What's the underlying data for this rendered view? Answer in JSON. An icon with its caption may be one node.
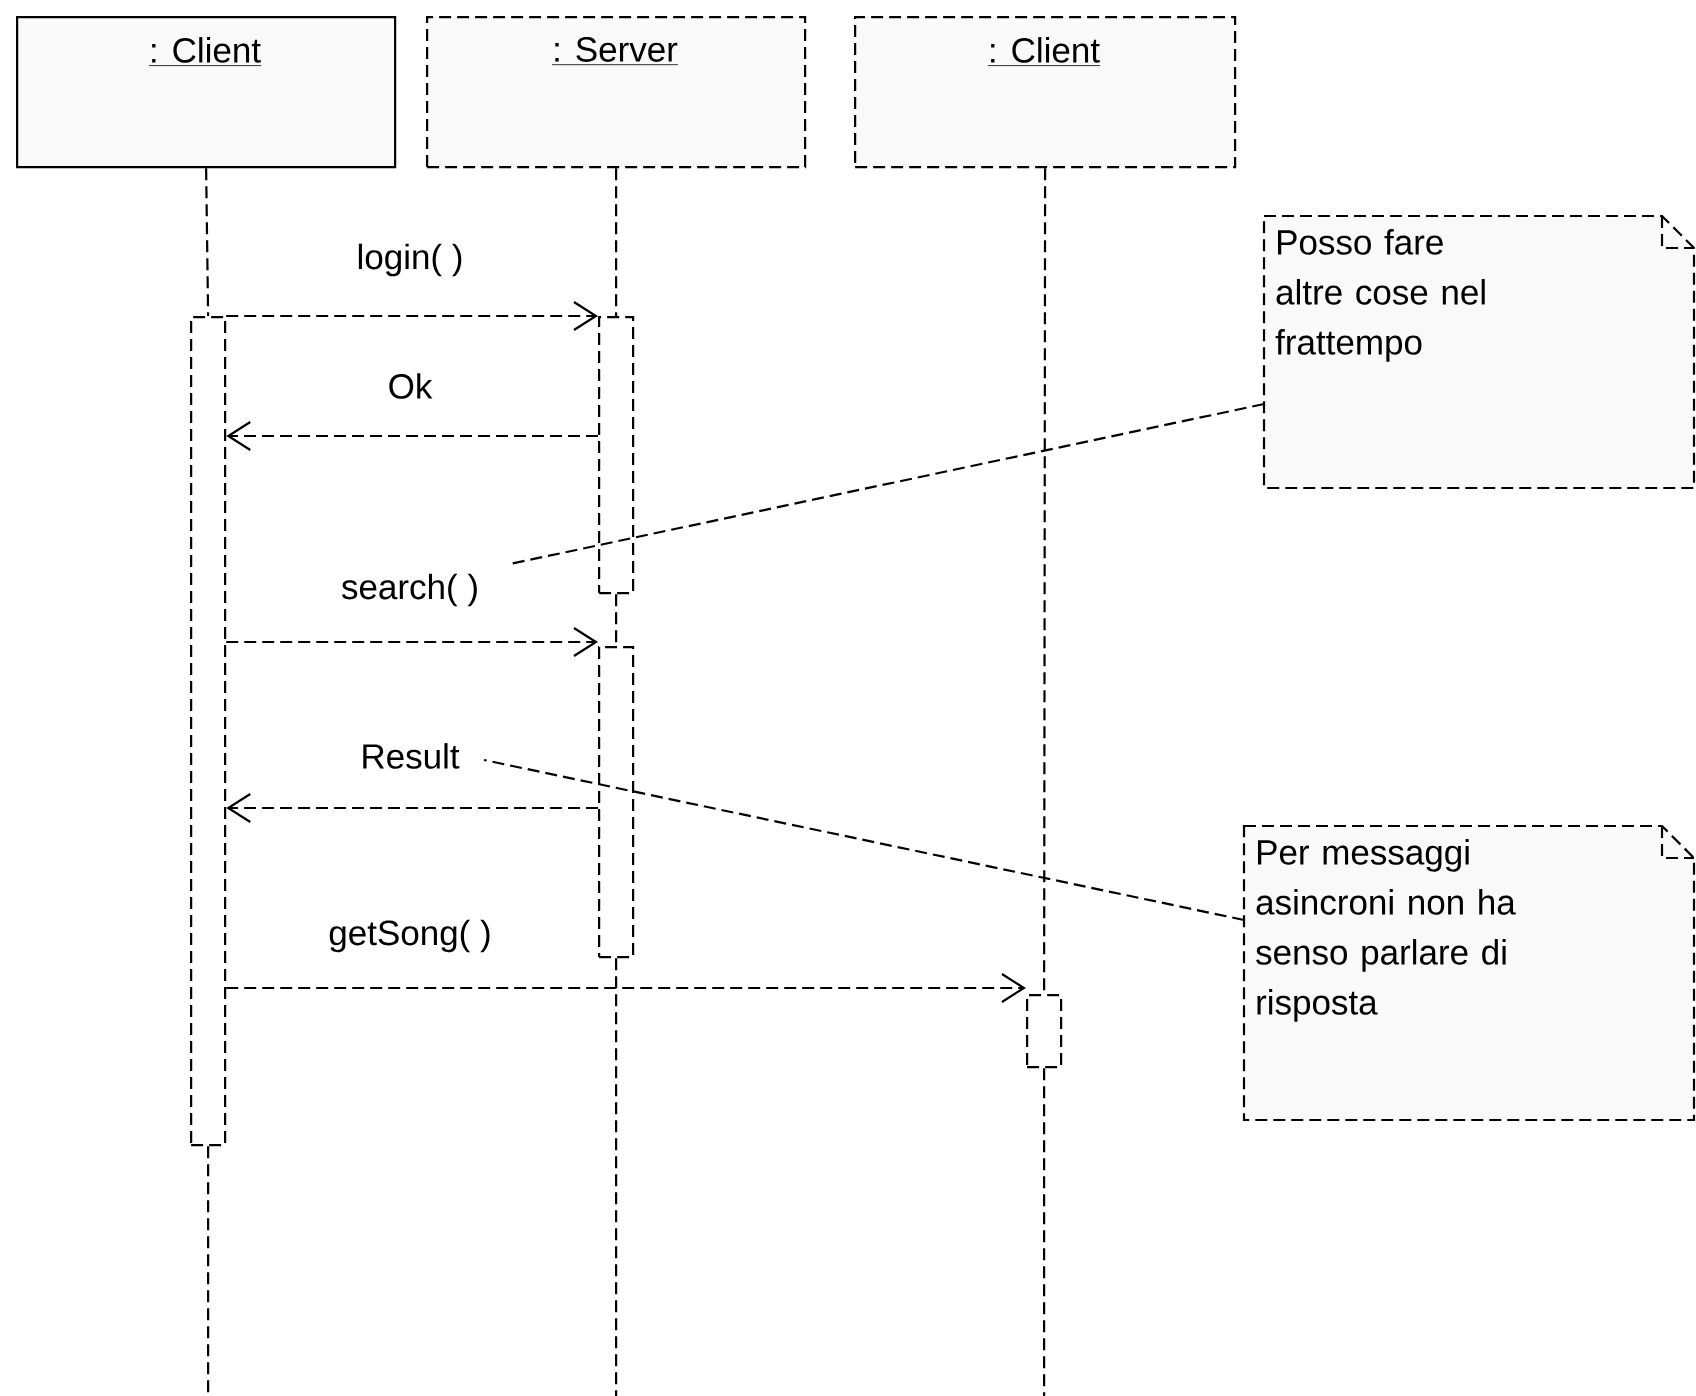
{
  "diagram": {
    "nodes": [
      {
        "text": [
          ": Client"
        ]
      },
      {
        "text": [
          ": Server"
        ]
      },
      {
        "text": [
          ": Client"
        ]
      },
      {
        "text": [
          "Posso fare altre cose nel frattempo"
        ]
      },
      {
        "text": [
          "Per messaggi asincroni non ha senso parlare di risposta"
        ]
      },
      {
        "text": [],
        "shape": "bar"
      },
      {
        "text": [],
        "shape": "bar"
      },
      {
        "text": [],
        "shape": "bar"
      },
      {
        "text": [],
        "shape": "bar"
      }
    ],
    "edges": [
      {
        "from": 0,
        "to": 5,
        "arrow": "none"
      },
      {
        "from": 5,
        "to": null,
        "arrow": "none"
      },
      {
        "from": 1,
        "to": 6,
        "arrow": "none"
      },
      {
        "from": 6,
        "to": 7,
        "arrow": "none"
      },
      {
        "from": 7,
        "to": null,
        "arrow": "none"
      },
      {
        "from": 2,
        "to": 8,
        "arrow": "none"
      },
      {
        "from": 8,
        "to": null,
        "arrow": "none"
      },
      {
        "from": 5,
        "to": 6,
        "arrow": "to",
        "label": "login( )"
      },
      {
        "from": 6,
        "to": 5,
        "arrow": "to",
        "label": "Ok"
      },
      {
        "from": 5,
        "to": 7,
        "arrow": "to",
        "label": "search( )"
      },
      {
        "from": 7,
        "to": 5,
        "arrow": "to",
        "label": "Result"
      },
      {
        "from": 5,
        "to": 8,
        "arrow": "to",
        "label": "getSong( )"
      },
      {
        "from": 3,
        "to": null,
        "arrow": "none"
      },
      {
        "from": 4,
        "to": null,
        "arrow": "none"
      }
    ]
  }
}
